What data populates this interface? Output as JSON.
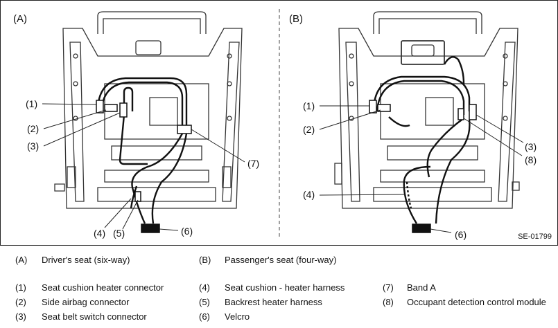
{
  "figure": {
    "panel_a": "(A)",
    "panel_b": "(B)",
    "code": "SE-01799",
    "callouts_a": [
      "(1)",
      "(2)",
      "(3)",
      "(4)",
      "(5)",
      "(6)",
      "(7)"
    ],
    "callouts_b": [
      "(1)",
      "(2)",
      "(3)",
      "(8)",
      "(4)",
      "(6)"
    ]
  },
  "legend": {
    "a_key": "(A)",
    "a_text": "Driver's seat (six-way)",
    "b_key": "(B)",
    "b_text": "Passenger's seat (four-way)",
    "items": [
      {
        "key": "(1)",
        "text": "Seat cushion heater connector"
      },
      {
        "key": "(2)",
        "text": "Side airbag connector"
      },
      {
        "key": "(3)",
        "text": "Seat belt switch connector"
      },
      {
        "key": "(4)",
        "text": "Seat cushion - heater harness"
      },
      {
        "key": "(5)",
        "text": "Backrest heater harness"
      },
      {
        "key": "(6)",
        "text": "Velcro"
      },
      {
        "key": "(7)",
        "text": "Band A"
      },
      {
        "key": "(8)",
        "text": "Occupant detection control module"
      }
    ]
  }
}
